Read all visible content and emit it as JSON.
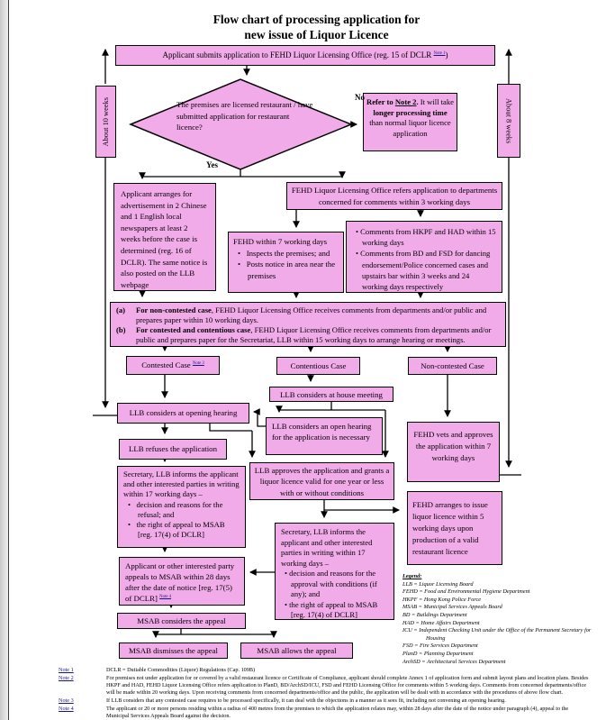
{
  "colors": {
    "box_fill": "#f2abe9",
    "note_ref_accent": "#16168a"
  },
  "title": {
    "line1": "Flow chart of processing application for",
    "line2": "new issue of Liquor Licence"
  },
  "timeline": {
    "left": "About 10 weeks",
    "right": "About 8 weeks"
  },
  "labels": {
    "yes": "Yes",
    "no": "No"
  },
  "boxes": {
    "submit": {
      "pre": "Applicant submits application to FEHD Liquor Licensing Office (reg. 15 of DCLR ",
      "note_ref": "Note 1",
      "post": ")"
    },
    "diamond": "The premises are licensed restaurant / have submitted application for restaurant licence?",
    "refer_note2": {
      "p1": "Refer to ",
      "p2": "Note 2",
      "p3": ". ",
      "p4": "It will take ",
      "p5": "longer processing time",
      "p6": " than normal liquor licence application"
    },
    "applicant_arranges": "Applicant arranges for advertisement in 2 Chinese and 1 English local newspapers at least 2 weeks before the case is determined (reg. 16 of DCLR). The same notice is also posted on the LLB webpage",
    "fehd_refers": "FEHD Liquor Licensing Office refers application to departments concerned for comments within 3 working days",
    "fehd_inspects": {
      "header": "FEHD within 7 working days",
      "bullets": [
        "Inspects the premises; and",
        "Posts notice in area near the premises"
      ]
    },
    "comments": {
      "bullets": [
        "Comments from HKPF and HAD within 15 working days",
        "Comments from BD and FSD for dancing endorsement/Police concerned cases and upstairs bar within 3 weeks and 24 working days respectively"
      ]
    },
    "receives": {
      "a_label": "(a)",
      "a_bold": "For non-contested case",
      "a_rest": ", FEHD Liquor Licensing Office receives comments from departments and/or public and prepares paper within 10 working days.",
      "b_label": "(b)",
      "b_bold": "For contested and contentious case",
      "b_rest": ", FEHD Liquor Licensing Office receives comments from departments and/or public and prepares paper for the Secretariat, LLB within 15 working days to arrange hearing or meetings."
    },
    "contested": {
      "label": "Contested Case ",
      "note_ref": "Note 3"
    },
    "contentious": "Contentious Case",
    "non_contested": "Non-contested Case",
    "house_meeting": "LLB considers at house meeting",
    "opening_hearing": "LLB considers at opening hearing",
    "open_hearing_necessary": "LLB considers an open hearing for the application is necessary",
    "refuses": "LLB refuses the application",
    "approves": "LLB approves the application and grants a liquor licence valid for one year or less with or without conditions",
    "secretary_refusal": {
      "intro": "Secretary, LLB informs the applicant and other interested parties in writing within 17 working days –",
      "bullets": [
        "decision and reasons for the refusal; and",
        "the right of appeal to MSAB [reg. 17(4) of DCLR]"
      ]
    },
    "secretary_approval": {
      "intro": "Secretary, LLB informs the applicant and other interested parties in writing within 17 working days –",
      "bullets": [
        "decision and reasons for the approval with conditions (if any); and",
        "the right of appeal to MSAB [reg. 17(4) of DCLR]"
      ]
    },
    "fehd_vets": "FEHD vets and approves the application within 7 working days",
    "fehd_arranges": "FEHD arranges to issue liquor licence within 5 working days upon production of a valid restaurant licence",
    "appeals": {
      "text": "Applicant or other interested party appeals to MSAB within 28 days after the date of notice [reg. 17(5) of DCLR] ",
      "note_ref": "Note 4"
    },
    "msab_considers": "MSAB considers the appeal",
    "msab_dismisses": "MSAB dismisses the appeal",
    "msab_allows": "MSAB allows the appeal"
  },
  "legend": {
    "heading": "Legend:",
    "entries": [
      "LLB = Liquor Licensing Board",
      "FEHD = Food and Environmental Hygiene Department",
      "HKPF = Hong Kong Police Force",
      "MSAB = Municipal Services Appeals Board",
      "BD = Buildings Department",
      "HAD = Home Affairs Department",
      "ICU = Independent Checking Unit under the Office of the Permanent Secretary for Housing",
      "FSD = Fire Services Department",
      "PlanD = Planning Department",
      "ArchSD = Architectural Services Department"
    ]
  },
  "notes": [
    {
      "label": "Note 1",
      "text": "DCLR = Dutiable Commodities (Liquor) Regulations (Cap. 109B)"
    },
    {
      "label": "Note 2",
      "text": "For premises not under application for or covered by a valid restaurant licence or Certificate of Compliance, applicant should complete Annex 1 of application form and submit layout plans and location plans. Besides HKPF and HAD, FEHD Liquor Licensing Office refers application to PlanD, BD/ArchSD/ICU, FSD and FEHD Licensing Office for comments within 5 working days. Comments from concerned departments/office will be made within 20 working days. Upon receiving comments from concerned departments/office and the public, the application will be dealt with in accordance with the procedures of above flow chart."
    },
    {
      "label": "Note 3",
      "text": "If LLB considers that any contested case requires to be processed specifically, it can deal with the objections in a manner as it sees fit, including not convening an opening hearing."
    },
    {
      "label": "Note 4",
      "text": "The applicant or 20 or more persons residing within a radius of 400 metres from the premises to which the application relates may, within 28 days after the date of the notice under paragraph (4), appeal to the Municipal Services Appeals Board against the decision."
    }
  ]
}
